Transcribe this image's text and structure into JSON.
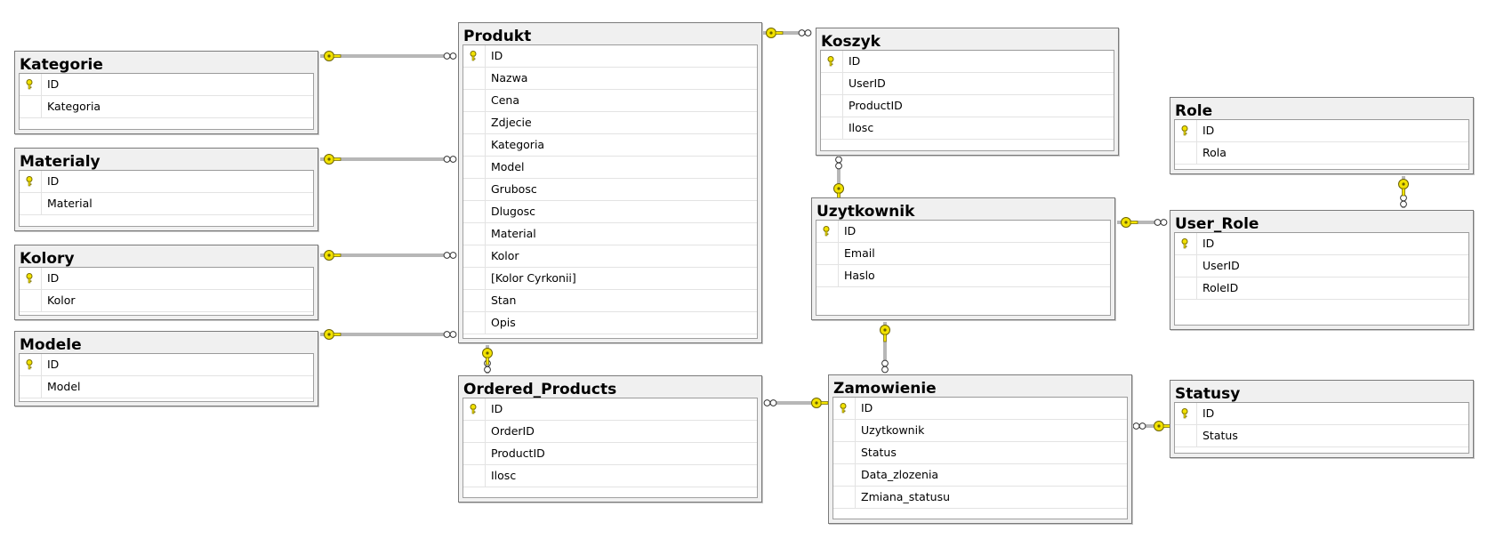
{
  "colors": {
    "key": "#f2e200",
    "line": "#6f6f6f",
    "table_bg": "#f0f0f0"
  },
  "tables": {
    "kategorie": {
      "title": "Kategorie",
      "columns": [
        {
          "name": "ID",
          "pk": true
        },
        {
          "name": "Kategoria"
        }
      ]
    },
    "materialy": {
      "title": "Materialy",
      "columns": [
        {
          "name": "ID",
          "pk": true
        },
        {
          "name": "Material"
        }
      ]
    },
    "kolory": {
      "title": "Kolory",
      "columns": [
        {
          "name": "ID",
          "pk": true
        },
        {
          "name": "Kolor"
        }
      ]
    },
    "modele": {
      "title": "Modele",
      "columns": [
        {
          "name": "ID",
          "pk": true
        },
        {
          "name": "Model"
        }
      ]
    },
    "produkt": {
      "title": "Produkt",
      "columns": [
        {
          "name": "ID",
          "pk": true
        },
        {
          "name": "Nazwa"
        },
        {
          "name": "Cena"
        },
        {
          "name": "Zdjecie"
        },
        {
          "name": "Kategoria"
        },
        {
          "name": "Model"
        },
        {
          "name": "Grubosc"
        },
        {
          "name": "Dlugosc"
        },
        {
          "name": "Material"
        },
        {
          "name": "Kolor"
        },
        {
          "name": "[Kolor Cyrkonii]"
        },
        {
          "name": "Stan"
        },
        {
          "name": "Opis"
        }
      ]
    },
    "ordered": {
      "title": "Ordered_Products",
      "columns": [
        {
          "name": "ID",
          "pk": true
        },
        {
          "name": "OrderID"
        },
        {
          "name": "ProductID"
        },
        {
          "name": "Ilosc"
        }
      ]
    },
    "koszyk": {
      "title": "Koszyk",
      "columns": [
        {
          "name": "ID",
          "pk": true
        },
        {
          "name": "UserID"
        },
        {
          "name": "ProductID"
        },
        {
          "name": "Ilosc"
        }
      ]
    },
    "uzytkownik": {
      "title": "Uzytkownik",
      "columns": [
        {
          "name": "ID",
          "pk": true
        },
        {
          "name": "Email"
        },
        {
          "name": "Haslo"
        }
      ]
    },
    "zamowienie": {
      "title": "Zamowienie",
      "columns": [
        {
          "name": "ID",
          "pk": true
        },
        {
          "name": "Uzytkownik"
        },
        {
          "name": "Status"
        },
        {
          "name": "Data_zlozenia"
        },
        {
          "name": "Zmiana_statusu"
        }
      ]
    },
    "role": {
      "title": "Role",
      "columns": [
        {
          "name": "ID",
          "pk": true
        },
        {
          "name": "Rola"
        }
      ]
    },
    "user_role": {
      "title": "User_Role",
      "columns": [
        {
          "name": "ID",
          "pk": true
        },
        {
          "name": "UserID"
        },
        {
          "name": "RoleID"
        }
      ]
    },
    "statusy": {
      "title": "Statusy",
      "columns": [
        {
          "name": "ID",
          "pk": true
        },
        {
          "name": "Status"
        }
      ]
    }
  },
  "relationships": [
    {
      "one": "kategorie",
      "many": "produkt"
    },
    {
      "one": "materialy",
      "many": "produkt"
    },
    {
      "one": "kolory",
      "many": "produkt"
    },
    {
      "one": "modele",
      "many": "produkt"
    },
    {
      "one": "produkt",
      "many": "koszyk"
    },
    {
      "one": "produkt",
      "many": "ordered"
    },
    {
      "one": "uzytkownik",
      "many": "koszyk"
    },
    {
      "one": "role",
      "many": "user_role"
    },
    {
      "one": "uzytkownik",
      "many": "user_role"
    },
    {
      "one": "uzytkownik",
      "many": "zamowienie"
    },
    {
      "one": "zamowienie",
      "many": "ordered"
    },
    {
      "one": "statusy",
      "many": "zamowienie"
    }
  ]
}
